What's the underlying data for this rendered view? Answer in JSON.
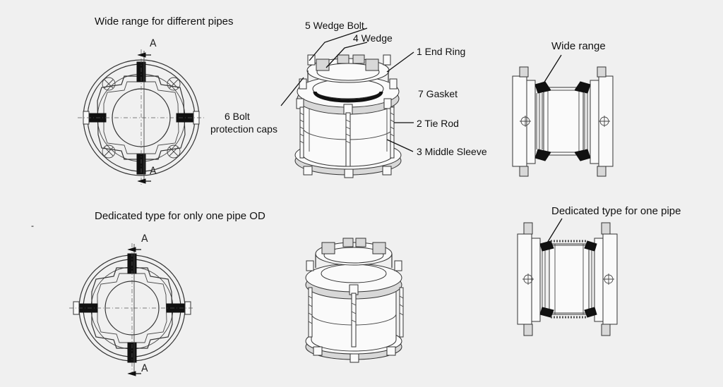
{
  "headings": {
    "wide_range_for_pipes": "Wide range for different pipes",
    "dedicated_type_one_od": "Dedicated type for only one pipe OD",
    "wide_range": "Wide range",
    "dedicated_type_one_pipe": "Dedicated type for one pipe"
  },
  "parts": {
    "wedge_bolt": "5 Wedge Bolt",
    "wedge": "4 Wedge",
    "end_ring": "1 End Ring",
    "gasket": "7 Gasket",
    "bolt_caps_line1": "6 Bolt",
    "bolt_caps_line2": "protection caps",
    "tie_rod": "2 Tie Rod",
    "middle_sleeve": "3 Middle Sleeve"
  },
  "section_marks": {
    "top_view_top": "A",
    "top_view_bottom": "A",
    "bottom_view_top": "A",
    "bottom_view_bottom": "A"
  },
  "dash_mark": "-"
}
